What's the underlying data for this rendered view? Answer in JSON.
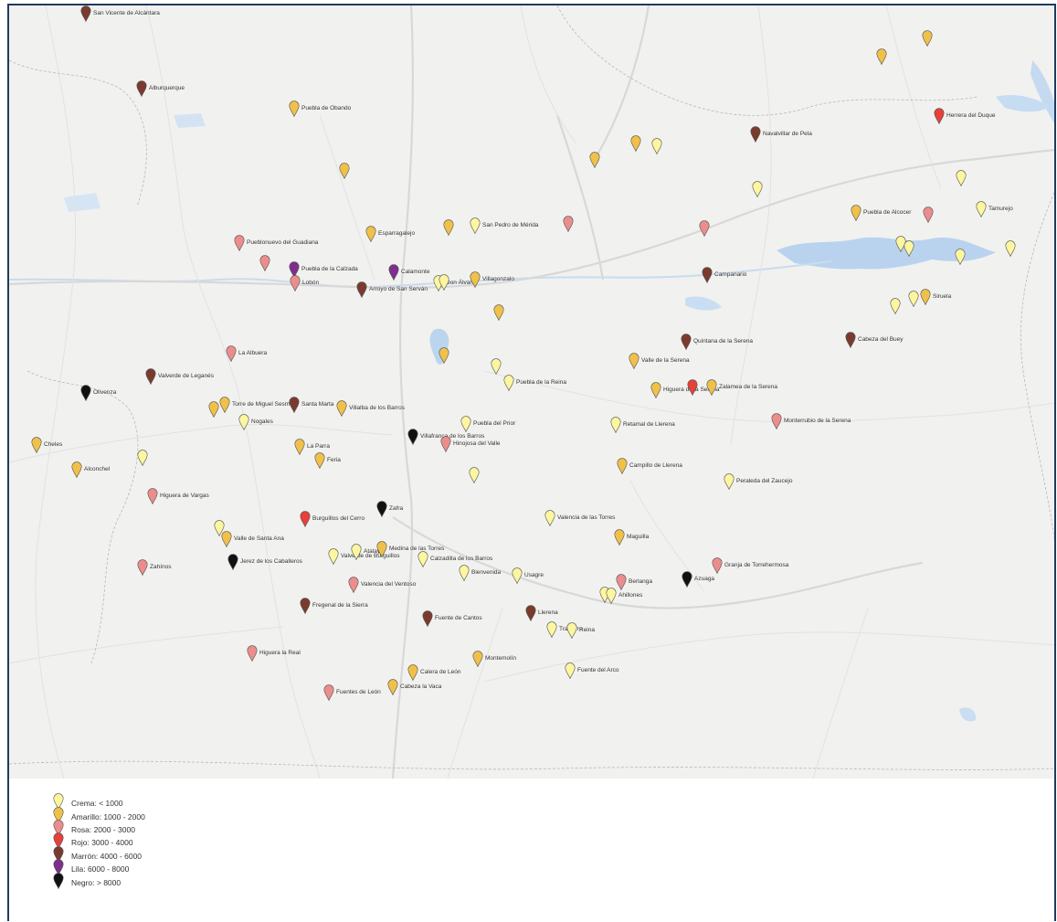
{
  "colors": {
    "crema": "#fdf6a0",
    "amarillo": "#f0c14a",
    "rosa": "#ec8d8d",
    "rojo": "#e8403a",
    "marron": "#7a3b2e",
    "lila": "#7e2f8e",
    "negro": "#111111"
  },
  "legend": [
    {
      "category": "crema",
      "label": "Crema: < 1000"
    },
    {
      "category": "amarillo",
      "label": "Amarillo: 1000 - 2000"
    },
    {
      "category": "rosa",
      "label": "Rosa: 2000 - 3000"
    },
    {
      "category": "rojo",
      "label": "Rojo: 3000 - 4000"
    },
    {
      "category": "marron",
      "label": "Marrón: 4000 - 6000"
    },
    {
      "category": "lila",
      "label": "Lila: 6000 - 8000"
    },
    {
      "category": "negro",
      "label": "Negro: > 8000"
    }
  ],
  "markers": [
    {
      "label": "San Vicente de Alcántara",
      "category": "marron"
    },
    {
      "label": "Alburquerque",
      "category": "marron"
    },
    {
      "label": "Puebla de Obando",
      "category": "amarillo"
    },
    {
      "label": "",
      "category": "amarillo"
    },
    {
      "label": "Navalvillar de Pela",
      "category": "marron"
    },
    {
      "label": "Herrera del Duque",
      "category": "rojo"
    },
    {
      "label": "",
      "category": "amarillo"
    },
    {
      "label": "",
      "category": "amarillo"
    },
    {
      "label": "",
      "category": "amarillo"
    },
    {
      "label": "",
      "category": "crema"
    },
    {
      "label": "",
      "category": "amarillo"
    },
    {
      "label": "",
      "category": "crema"
    },
    {
      "label": "",
      "category": "crema"
    },
    {
      "label": "",
      "category": "crema"
    },
    {
      "label": "Puebla de Alcocer",
      "category": "amarillo"
    },
    {
      "label": "",
      "category": "rosa"
    },
    {
      "label": "Tamurejo",
      "category": "crema"
    },
    {
      "label": "Esparragalejo",
      "category": "amarillo"
    },
    {
      "label": "",
      "category": "amarillo"
    },
    {
      "label": "San Pedro de Mérida",
      "category": "crema"
    },
    {
      "label": "",
      "category": "rosa"
    },
    {
      "label": "",
      "category": "rosa"
    },
    {
      "label": "Pueblonuevo del Guadiana",
      "category": "rosa"
    },
    {
      "label": "",
      "category": "rosa"
    },
    {
      "label": "Puebla de la Calzada",
      "category": "lila"
    },
    {
      "label": "Calamonte",
      "category": "lila"
    },
    {
      "label": "Lobón",
      "category": "rosa"
    },
    {
      "label": "Arroyo de San Serván",
      "category": "marron"
    },
    {
      "label": "Don Álvaro",
      "category": "crema"
    },
    {
      "label": "Villagonzalo",
      "category": "amarillo"
    },
    {
      "label": "Campanario",
      "category": "marron"
    },
    {
      "label": "",
      "category": "crema"
    },
    {
      "label": "",
      "category": "crema"
    },
    {
      "label": "",
      "category": "crema"
    },
    {
      "label": "",
      "category": "crema"
    },
    {
      "label": "",
      "category": "crema"
    },
    {
      "label": "Siruela",
      "category": "amarillo"
    },
    {
      "label": "",
      "category": "crema"
    },
    {
      "label": "",
      "category": "amarillo"
    },
    {
      "label": "Quintana de la Serena",
      "category": "marron"
    },
    {
      "label": "Cabeza del Buey",
      "category": "marron"
    },
    {
      "label": "La Albuera",
      "category": "rosa"
    },
    {
      "label": "",
      "category": "amarillo"
    },
    {
      "label": "Valle de la Serena",
      "category": "amarillo"
    },
    {
      "label": "Valverde de Leganés",
      "category": "marron"
    },
    {
      "label": "",
      "category": "crema"
    },
    {
      "label": "Puebla de la Reina",
      "category": "crema"
    },
    {
      "label": "Higuera de la Serena",
      "category": "amarillo"
    },
    {
      "label": "",
      "category": "rojo"
    },
    {
      "label": "Zalamea de la Serena",
      "category": "amarillo"
    },
    {
      "label": "Olivenza",
      "category": "negro"
    },
    {
      "label": "",
      "category": "amarillo"
    },
    {
      "label": "Torre de Miguel Sesmero",
      "category": "amarillo"
    },
    {
      "label": "Santa Marta",
      "category": "marron"
    },
    {
      "label": "Villalba de los Barros",
      "category": "amarillo"
    },
    {
      "label": "Nogales",
      "category": "crema"
    },
    {
      "label": "Puebla del Prior",
      "category": "crema"
    },
    {
      "label": "Retamal de Llerena",
      "category": "crema"
    },
    {
      "label": "Monterrubio de la Serena",
      "category": "rosa"
    },
    {
      "label": "Cheles",
      "category": "amarillo"
    },
    {
      "label": "Alconchel",
      "category": "amarillo"
    },
    {
      "label": "",
      "category": "crema"
    },
    {
      "label": "La Parra",
      "category": "amarillo"
    },
    {
      "label": "Feria",
      "category": "amarillo"
    },
    {
      "label": "Villafranca de los Barros",
      "category": "negro"
    },
    {
      "label": "Hinojosa del Valle",
      "category": "rosa"
    },
    {
      "label": "",
      "category": "crema"
    },
    {
      "label": "Campillo de Llerena",
      "category": "amarillo"
    },
    {
      "label": "Peraleda del Zaucejo",
      "category": "crema"
    },
    {
      "label": "Higuera de Vargas",
      "category": "rosa"
    },
    {
      "label": "Burguillos del Cerro",
      "category": "rojo"
    },
    {
      "label": "Zafra",
      "category": "negro"
    },
    {
      "label": "Valencia de las Torres",
      "category": "crema"
    },
    {
      "label": "",
      "category": "crema"
    },
    {
      "label": "Valle de Santa Ana",
      "category": "amarillo"
    },
    {
      "label": "Maguilla",
      "category": "amarillo"
    },
    {
      "label": "Jerez de los Caballeros",
      "category": "negro"
    },
    {
      "label": "Zahínos",
      "category": "rosa"
    },
    {
      "label": "Valverde de Burguillos",
      "category": "crema"
    },
    {
      "label": "Atalaya",
      "category": "crema"
    },
    {
      "label": "Medina de las Torres",
      "category": "amarillo"
    },
    {
      "label": "Calzadilla de los Barros",
      "category": "crema"
    },
    {
      "label": "Granja de Torrehermosa",
      "category": "rosa"
    },
    {
      "label": "Bienvenida",
      "category": "crema"
    },
    {
      "label": "Usagre",
      "category": "crema"
    },
    {
      "label": "Valencia del Ventoso",
      "category": "rosa"
    },
    {
      "label": "Berlanga",
      "category": "rosa"
    },
    {
      "label": "Azuaga",
      "category": "negro"
    },
    {
      "label": "",
      "category": "crema"
    },
    {
      "label": "Ahillones",
      "category": "crema"
    },
    {
      "label": "Fregenal de la Sierra",
      "category": "marron"
    },
    {
      "label": "Llerena",
      "category": "marron"
    },
    {
      "label": "Fuente de Cantos",
      "category": "marron"
    },
    {
      "label": "Trasierra",
      "category": "crema"
    },
    {
      "label": "Reina",
      "category": "crema"
    },
    {
      "label": "Montemolín",
      "category": "amarillo"
    },
    {
      "label": "Higuera la Real",
      "category": "rosa"
    },
    {
      "label": "Fuente del Arco",
      "category": "crema"
    },
    {
      "label": "Calera de León",
      "category": "amarillo"
    },
    {
      "label": "Cabeza la Vaca",
      "category": "amarillo"
    },
    {
      "label": "Fuentes de León",
      "category": "rosa"
    }
  ]
}
